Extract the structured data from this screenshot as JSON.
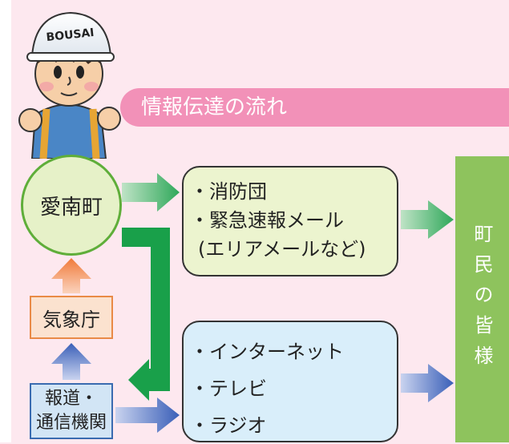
{
  "helmet_text": "BOUSAI",
  "title": "情報伝達の流れ",
  "nodes": {
    "aino": "愛南町",
    "kisho": "気象庁",
    "media_line1": "報道・",
    "media_line2": "通信機関",
    "residents": "町民の皆様"
  },
  "green_box": {
    "item1": "・消防団",
    "item2": "・緊急速報メール",
    "item2_cont": "(エリアメールなど)"
  },
  "blue_box": {
    "item1": "・インターネット",
    "item2": "・テレビ",
    "item3": "・ラジオ"
  },
  "colors": {
    "background": "#fde8ef",
    "title_bar": "#f291b8",
    "green": "#2fa85a",
    "blue": "#3a5fb8",
    "orange": "#f07a3a",
    "residents_bar": "#8ec35d"
  }
}
